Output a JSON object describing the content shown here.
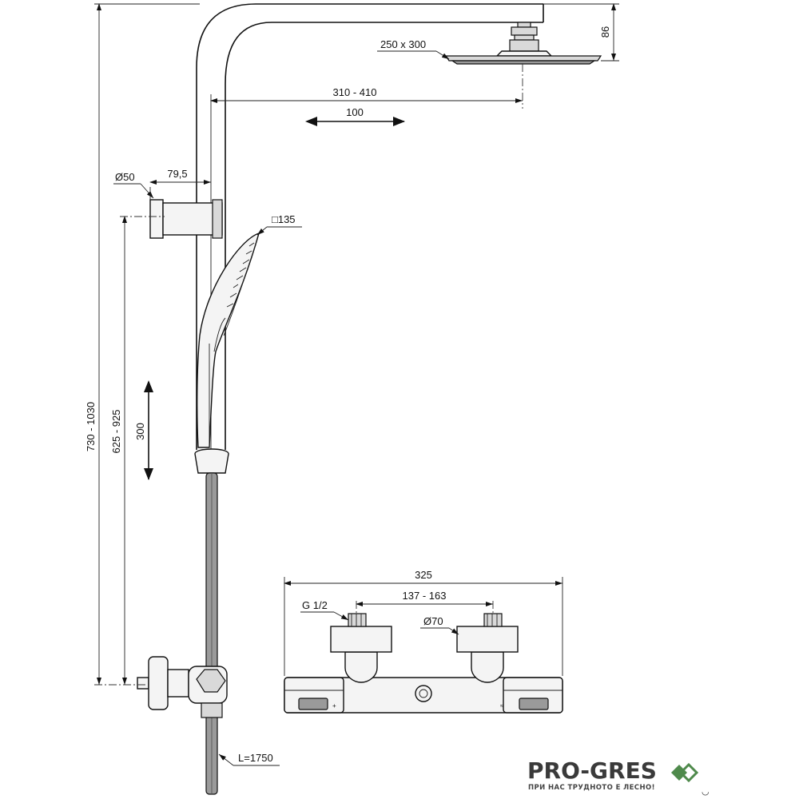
{
  "dimensions": {
    "head_height": "86",
    "head_size": "250 x 300",
    "arm_length": "310 - 410",
    "arm_adjust": "100",
    "bracket_diameter": "Ø50",
    "bracket_offset": "79,5",
    "handshower_size": "□135",
    "total_height": "730 - 1030",
    "bar_height": "625 - 925",
    "slide_travel": "300",
    "hose_length": "L=1750",
    "mixer_width": "325",
    "inlet_thread": "G 1/2",
    "inlet_spacing": "137 - 163",
    "escutcheon_diameter": "Ø70"
  },
  "logo": {
    "title": "PRO-GRES",
    "tagline": "ПРИ НАС ТРУДНОТО Е ЛЕСНО!",
    "brand_color": "#4f8a4c"
  },
  "corner_mark": "◡"
}
